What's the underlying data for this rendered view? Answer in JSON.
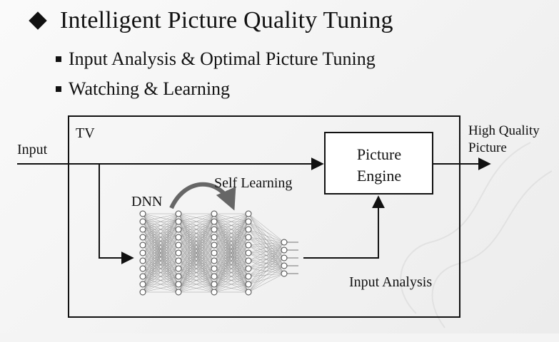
{
  "slide": {
    "title": "Intelligent Picture Quality Tuning",
    "bullets": [
      "Input Analysis & Optimal Picture Tuning",
      "Watching & Learning"
    ]
  },
  "diagram": {
    "tv_label": "TV",
    "input_label": "Input",
    "output_label_line1": "High Quality",
    "output_label_line2": "Picture",
    "engine_line1": "Picture",
    "engine_line2": "Engine",
    "dnn_label": "DNN",
    "self_learning_label": "Self Learning",
    "input_analysis_label": "Input Analysis"
  }
}
